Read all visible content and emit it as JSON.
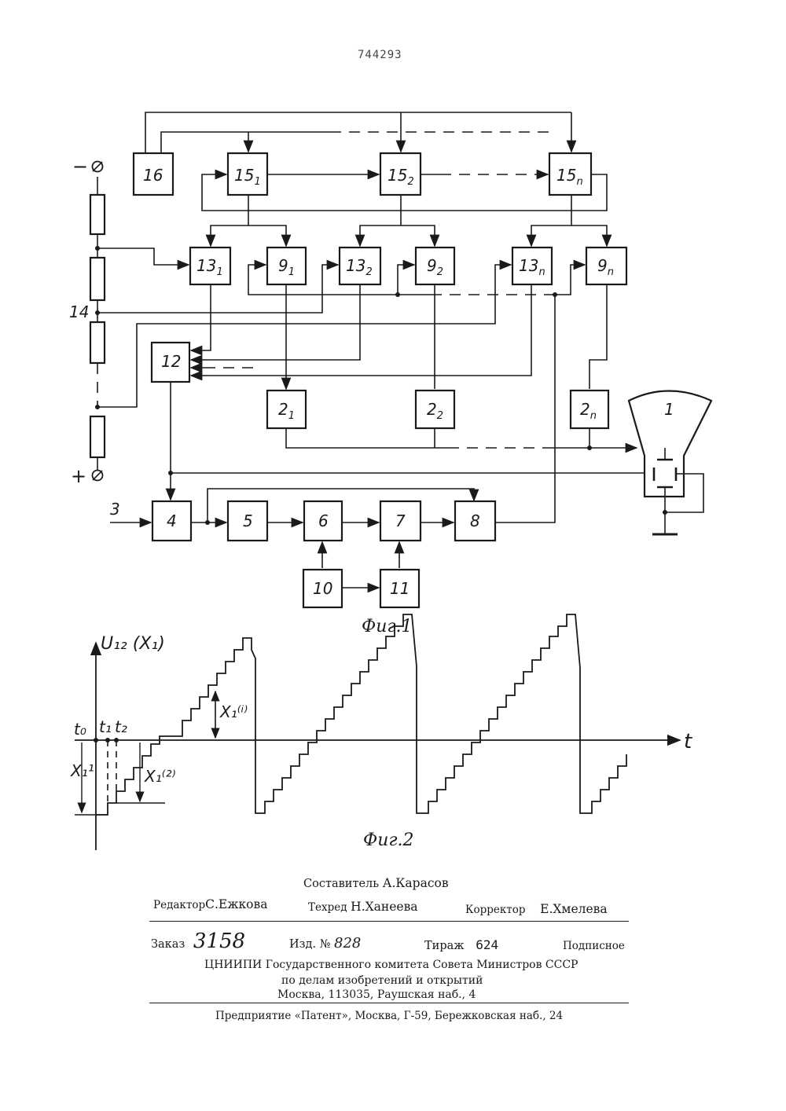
{
  "patent_number": "744293",
  "fig1": {
    "caption": "Фиг.1",
    "blocks": [
      {
        "id": "16",
        "num": "16",
        "sub": ""
      },
      {
        "id": "15-1",
        "num": "15",
        "sub": "1"
      },
      {
        "id": "15-2",
        "num": "15",
        "sub": "2"
      },
      {
        "id": "15-n",
        "num": "15",
        "sub": "n"
      },
      {
        "id": "13-1",
        "num": "13",
        "sub": "1"
      },
      {
        "id": "9-1",
        "num": "9",
        "sub": "1"
      },
      {
        "id": "13-2",
        "num": "13",
        "sub": "2"
      },
      {
        "id": "9-2",
        "num": "9",
        "sub": "2"
      },
      {
        "id": "13-n",
        "num": "13",
        "sub": "n"
      },
      {
        "id": "9-n",
        "num": "9",
        "sub": "n"
      },
      {
        "id": "12",
        "num": "12",
        "sub": ""
      },
      {
        "id": "2-1",
        "num": "2",
        "sub": "1"
      },
      {
        "id": "2-2",
        "num": "2",
        "sub": "2"
      },
      {
        "id": "2-n",
        "num": "2",
        "sub": "n"
      },
      {
        "id": "4",
        "num": "4",
        "sub": ""
      },
      {
        "id": "5",
        "num": "5",
        "sub": ""
      },
      {
        "id": "6",
        "num": "6",
        "sub": ""
      },
      {
        "id": "7",
        "num": "7",
        "sub": ""
      },
      {
        "id": "8",
        "num": "8",
        "sub": ""
      },
      {
        "id": "10",
        "num": "10",
        "sub": ""
      },
      {
        "id": "11",
        "num": "11",
        "sub": ""
      }
    ],
    "crt_label": "1",
    "input_label": "3",
    "divider_label": "14",
    "minus_terminal": "−",
    "plus_terminal": "+"
  },
  "fig2": {
    "caption": "Фиг.2",
    "y_axis_label": "U₁₂ (X₁)",
    "x_axis_label": "t",
    "t0": "t₀",
    "t1": "t₁",
    "t2": "t₂",
    "x11": "X₁¹",
    "x12": "X₁⁽²⁾",
    "x1i": "X₁⁽ⁱ⁾"
  },
  "footer": {
    "compiler_label": "Составитель",
    "compiler_name": "А.Карасов",
    "editor_label": "Редактор",
    "editor_name": "С.Ежкова",
    "techred_label": "Техред",
    "techred_name": "Н.Ханеева",
    "corrector_label": "Корректор",
    "corrector_name": "Е.Хмелева",
    "order_label": "Заказ",
    "order_value": "3158",
    "issue_label": "Изд. №",
    "issue_value": "828",
    "print_run_label": "Тираж",
    "print_run_value": "624",
    "subscription": "Подписное",
    "org_line1": "ЦНИИПИ Государственного комитета Совета Министров СССР",
    "org_line2": "по делам изобретений и открытий",
    "org_line3": "Москва, 113035, Раушская наб., 4",
    "enterprise": "Предприятие «Патент», Москва, Г-59, Бережковская наб., 24"
  }
}
